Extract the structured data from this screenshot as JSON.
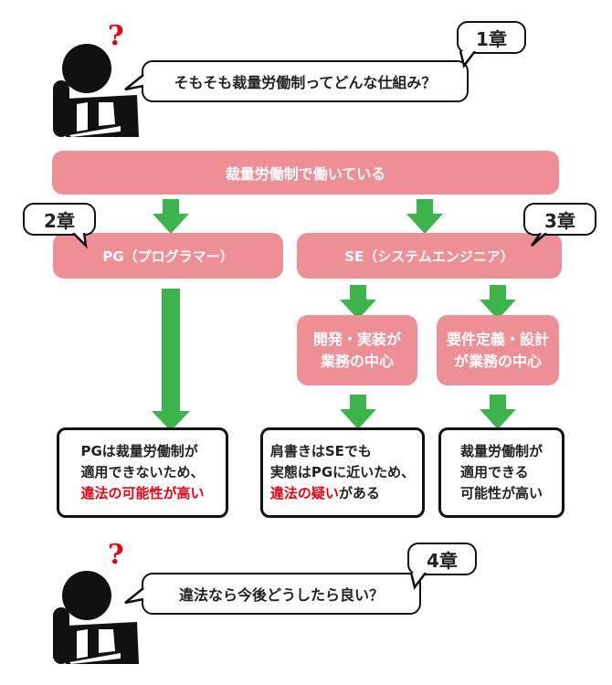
{
  "colors": {
    "box_fill": "#ee8f96",
    "arrow": "#3cb44b",
    "accent_red": "#e60012",
    "question_mark": "#e60012"
  },
  "top_question": {
    "text": "そもそも裁量労働制ってどんな仕組み？",
    "chapter": "1章",
    "icon": "thinking-person-icon",
    "mark": "?"
  },
  "root": {
    "text": "裁量労働制で働いている"
  },
  "pg": {
    "label": "PG（プログラマー）",
    "chapter": "2章"
  },
  "se": {
    "label": "SE（システムエンジニア）",
    "chapter": "3章"
  },
  "se_sub": [
    {
      "line1": "開発・実装が",
      "line2": "業務の中心"
    },
    {
      "line1": "要件定義・設計",
      "line2": "が業務の中心"
    }
  ],
  "results": [
    {
      "line1": "PGは裁量労働制が",
      "line2": "適用できないため、",
      "line3_red": "違法の可能性が高い",
      "line3_rest": ""
    },
    {
      "line1": "肩書きはSEでも",
      "line2": "実態はPGに近いため、",
      "line3_red": "違法の疑い",
      "line3_rest": "がある"
    },
    {
      "line1": "裁量労働制が",
      "line2": "適用できる",
      "line3_red": "",
      "line3_rest": "可能性が高い"
    }
  ],
  "bottom_question": {
    "text": "違法なら今後どうしたら良い？",
    "chapter": "4章",
    "icon": "thinking-person-icon",
    "mark": "?"
  }
}
